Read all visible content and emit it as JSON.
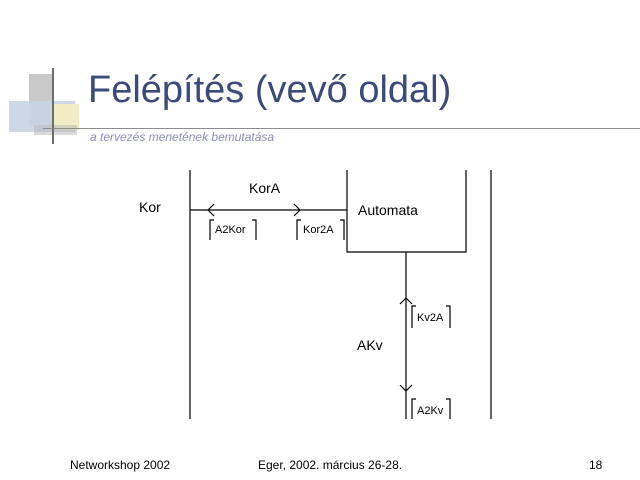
{
  "title": "Felépítés (vevő oldal)",
  "subtitle": "a tervezés menetének bemutatása",
  "diagram": {
    "actor_kor": "Kor",
    "box_automata": "Automata",
    "message_kora": "KorA",
    "message_akv": "AKv",
    "port_a2kor": "A2Kor",
    "port_kor2a": "Kor2A",
    "port_kv2a": "Kv2A",
    "port_a2kv": "A2Kv"
  },
  "footer": {
    "left": "Networkshop 2002",
    "center": "Eger, 2002. március 26-28.",
    "page_number": "18"
  },
  "colors": {
    "title": "#3a4a7a",
    "subtitle": "#8c8cb4",
    "deco_gray": "#c9c9c9",
    "deco_blue": "#c8d3e3",
    "deco_yellow": "#f1ecc4"
  }
}
